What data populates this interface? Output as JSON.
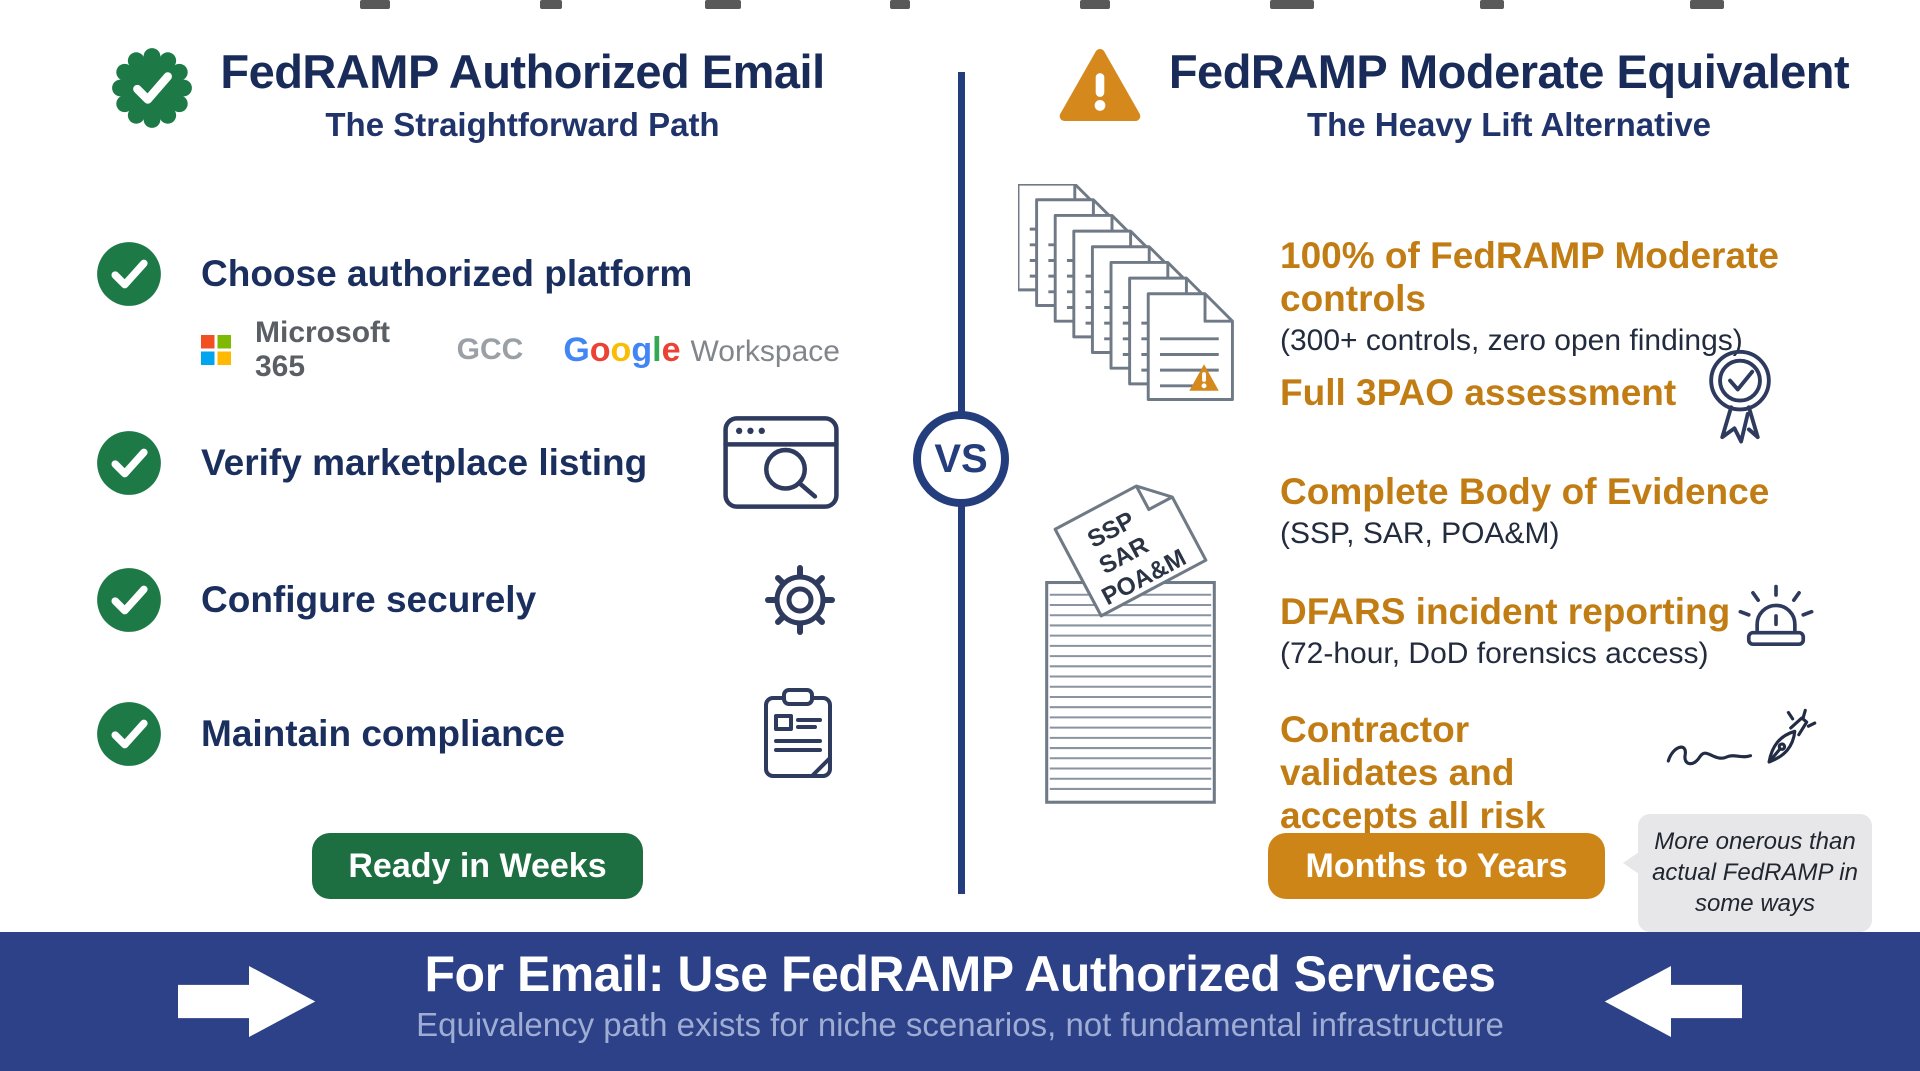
{
  "left": {
    "title": "FedRAMP Authorized Email",
    "subtitle": "The Straightforward Path",
    "steps": [
      {
        "label": "Choose authorized platform"
      },
      {
        "label": "Verify marketplace listing"
      },
      {
        "label": "Configure securely"
      },
      {
        "label": "Maintain compliance"
      }
    ],
    "platforms": {
      "microsoft_name": "Microsoft 365",
      "microsoft_suffix": "GCC",
      "google": {
        "l0": "G",
        "l1": "o",
        "l2": "o",
        "l3": "g",
        "l4": "l",
        "l5": "e"
      },
      "google_suffix": "Workspace"
    },
    "timeline_badge": "Ready in Weeks"
  },
  "divider": {
    "vs_label": "VS"
  },
  "right": {
    "title": "FedRAMP Moderate Equivalent",
    "subtitle": "The Heavy Lift Alternative",
    "requirements": [
      {
        "label": "100% of FedRAMP Moderate controls",
        "detail": "(300+ controls, zero open findings)"
      },
      {
        "label": "Full 3PAO assessment",
        "detail": ""
      },
      {
        "label": "Complete Body of Evidence",
        "detail": "(SSP, SAR, POA&M)"
      },
      {
        "label": "DFARS incident reporting",
        "detail": "(72-hour, DoD forensics access)"
      },
      {
        "label": "Contractor validates and accepts all risk",
        "detail": ""
      }
    ],
    "stack_labels": [
      "SSP",
      "SAR",
      "POA&M"
    ],
    "timeline_badge": "Months to Years",
    "callout": "More onerous than actual FedRAMP in some ways"
  },
  "banner": {
    "title": "For Email: Use FedRAMP Authorized Services",
    "subtitle": "Equivalency path exists for niche scenarios, not fundamental infrastructure"
  },
  "colors": {
    "navy": "#192b59",
    "divider_blue": "#233d7d",
    "banner_blue": "#2c4187",
    "green": "#1d7a46",
    "green_badge": "#1d6e41",
    "orange": "#c17d13",
    "orange_badge": "#ce8517",
    "warning_orange": "#d5891c"
  }
}
